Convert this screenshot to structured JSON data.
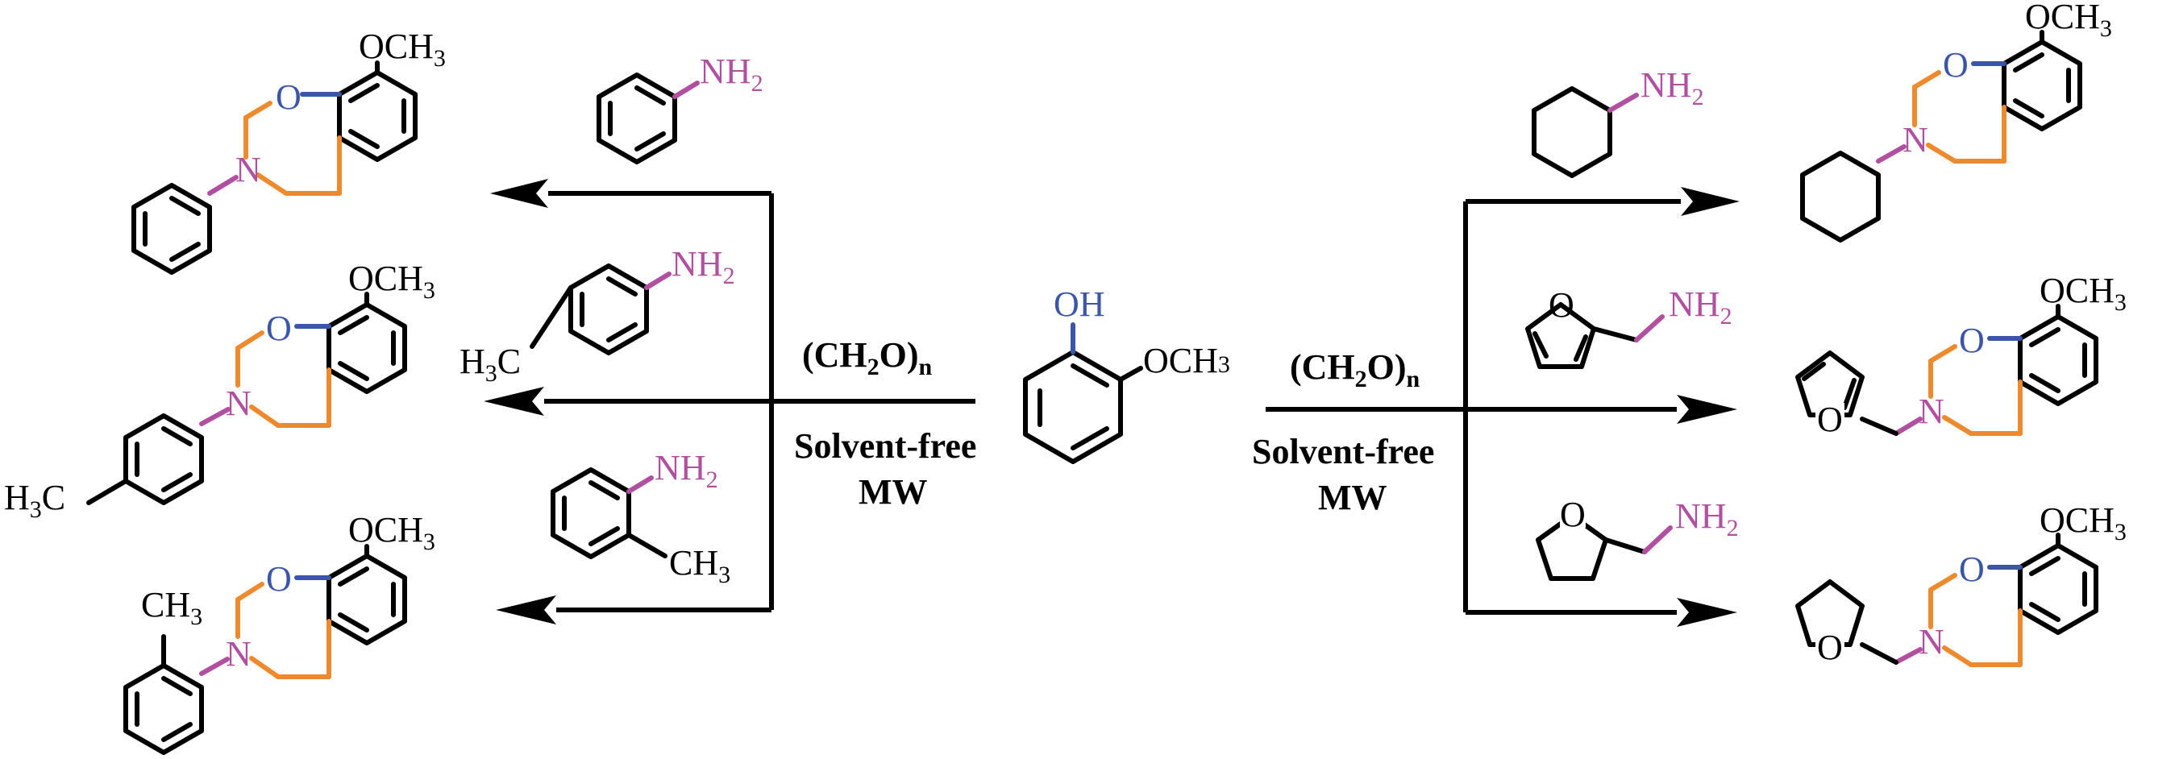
{
  "colors": {
    "black": "#000000",
    "oxygen_blue": "#3b56a8",
    "amine_magenta": "#b14fa0",
    "ring_orange": "#ed8a2e"
  },
  "guaiacol": {
    "oh": "OH",
    "och3": "OCH",
    "och3_sub": "3"
  },
  "conditions_left": {
    "reagent": "(CH",
    "reagent_sub": "2",
    "reagent_mid": "O)",
    "reagent_n": "n",
    "line1": "Solvent-free",
    "line2": "MW"
  },
  "conditions_right": {
    "reagent": "(CH",
    "reagent_sub": "2",
    "reagent_mid": "O)",
    "reagent_n": "n",
    "line1": "Solvent-free",
    "line2": "MW"
  },
  "amines": {
    "aniline": {
      "nh": "NH",
      "nh_sub": "2"
    },
    "p_toluidine": {
      "nh": "NH",
      "nh_sub": "2",
      "me": "H",
      "me_sub": "3",
      "me_c": "C"
    },
    "o_toluidine": {
      "nh": "NH",
      "nh_sub": "2",
      "me": "CH",
      "me_sub": "3"
    },
    "cyclohexylamine": {
      "nh": "NH",
      "nh_sub": "2"
    },
    "furfurylamine": {
      "nh": "NH",
      "nh_sub": "2",
      "o": "O"
    },
    "thf_methylamine": {
      "nh": "NH",
      "nh_sub": "2",
      "o": "O"
    }
  },
  "products": {
    "ring_o": "O",
    "ring_n": "N",
    "och3": "OCH",
    "och3_sub": "3",
    "p_methyl": "H",
    "p_methyl_sub": "3",
    "p_methyl_c": "C",
    "o_methyl": "CH",
    "o_methyl_sub": "3",
    "furan_o": "O",
    "thf_o": "O"
  }
}
